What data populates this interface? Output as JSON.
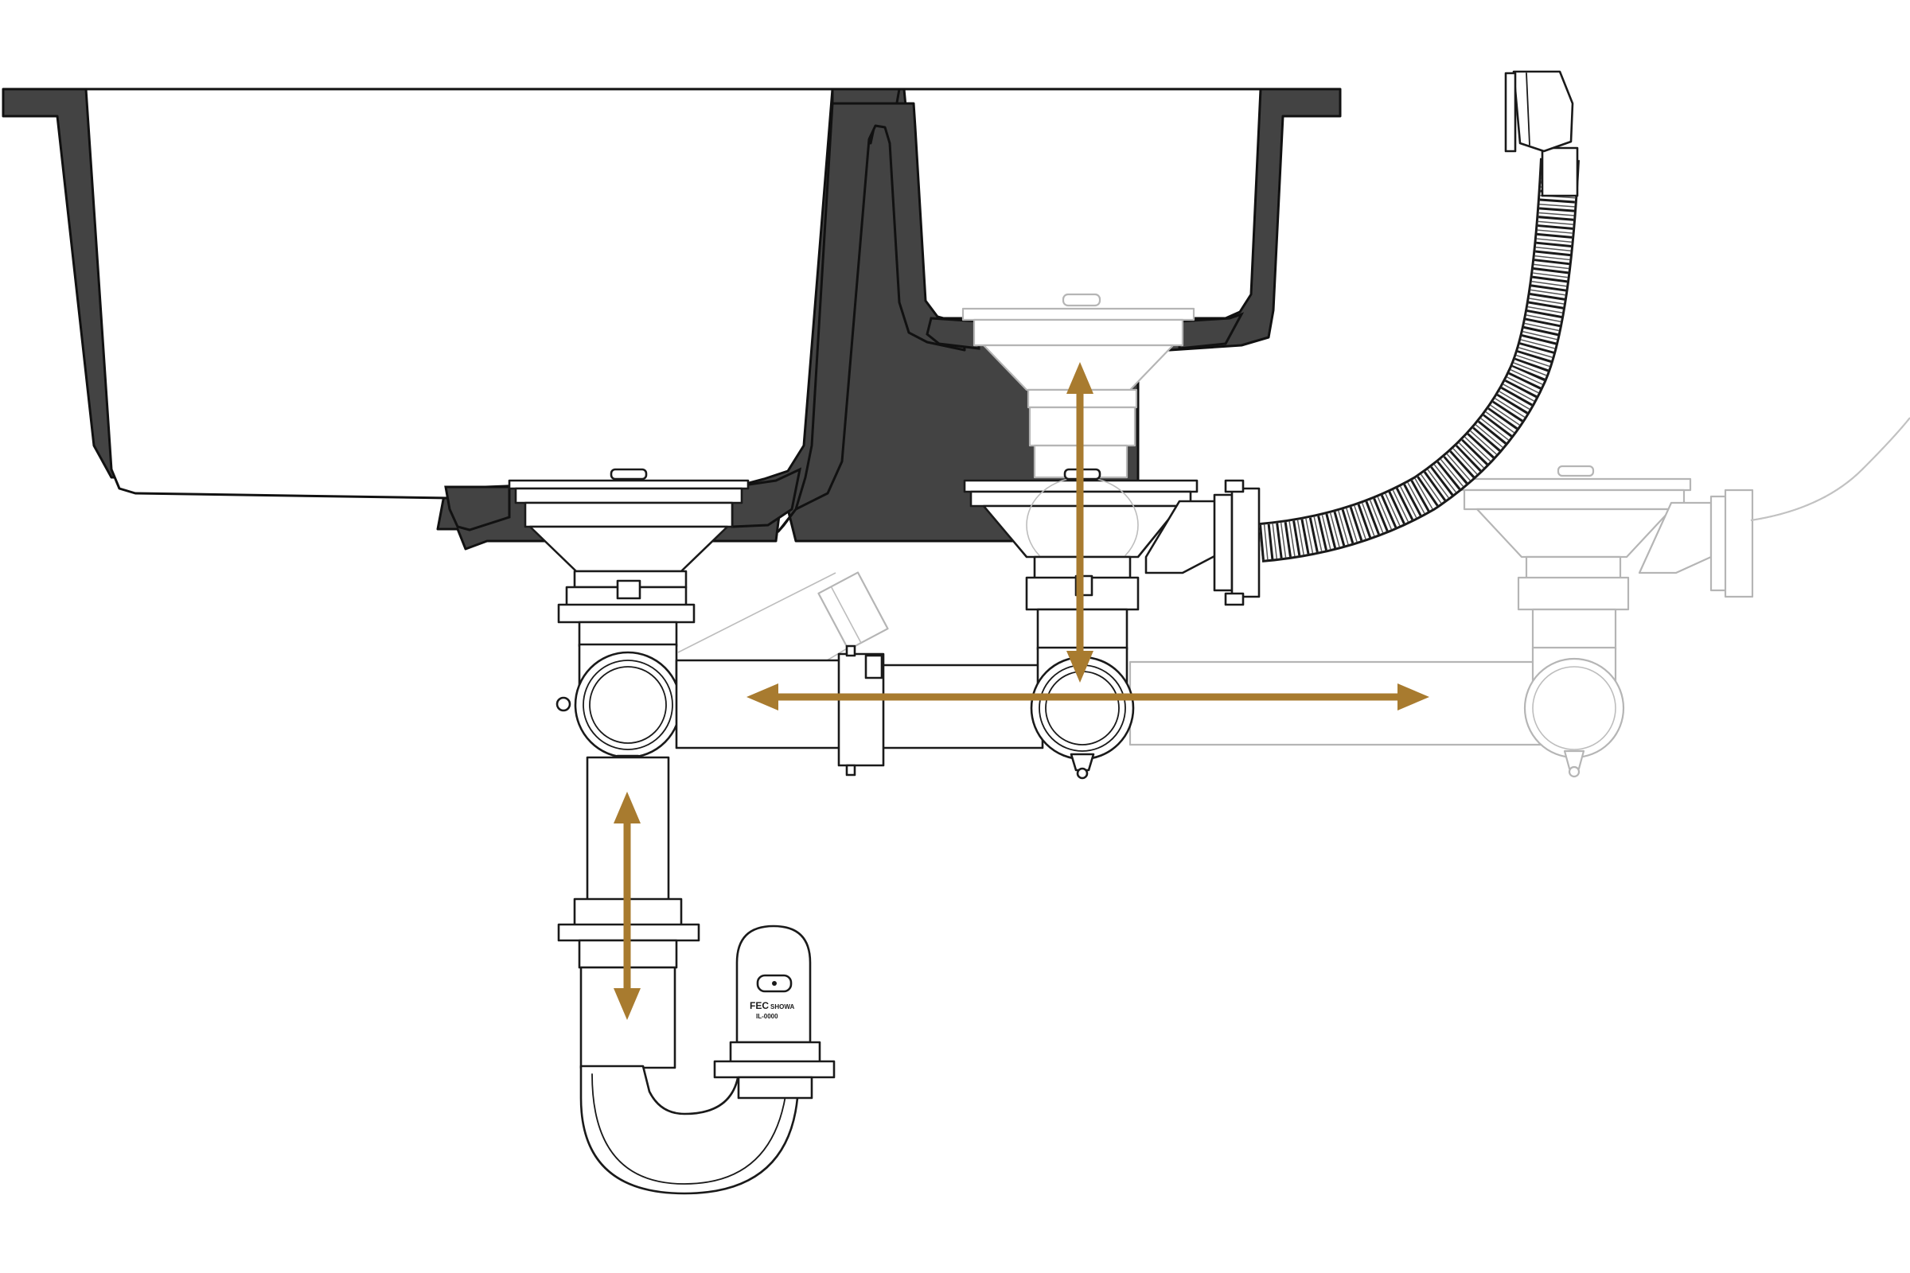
{
  "colors": {
    "sink": "#434343",
    "outline": "#1a1a1a",
    "ghost": "#b5b5b5",
    "arrow": "#a87b2f",
    "background": "#ffffff"
  },
  "trap_label": {
    "brand": "FEC",
    "line2": "SHOWA",
    "line3": "IL-0000"
  },
  "arrows": [
    {
      "id": "vertical-adjust-right",
      "direction": "vertical"
    },
    {
      "id": "horizontal-adjust",
      "direction": "horizontal"
    },
    {
      "id": "vertical-adjust-left",
      "direction": "vertical"
    }
  ]
}
